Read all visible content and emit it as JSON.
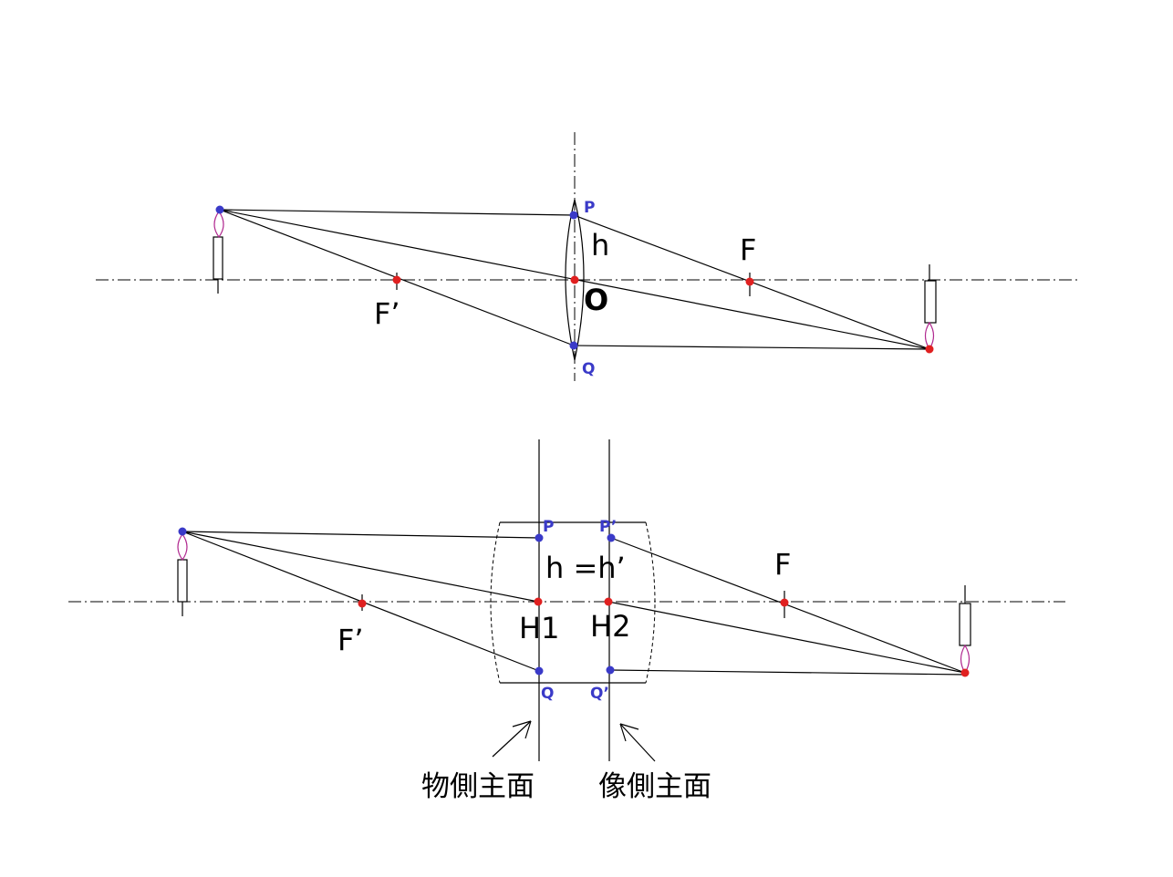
{
  "colors": {
    "red_point": "#e02020",
    "blue_point": "#3a3ac8",
    "flame": "#b0288f",
    "line": "#000000"
  },
  "thin_lens": {
    "label_P": "P",
    "label_Q": "Q",
    "label_O": "O",
    "label_h": "h",
    "label_F": "F",
    "label_F_prime": "F’"
  },
  "thick_lens": {
    "label_P": "P",
    "label_P_prime": "P’",
    "label_Q": "Q",
    "label_Q_prime": "Q’",
    "label_h_eq": "h =h’",
    "label_H1": "H1",
    "label_H2": "H2",
    "label_F": "F",
    "label_F_prime": "F’",
    "object_principal_plane": "物側主面",
    "image_principal_plane": "像側主面"
  }
}
